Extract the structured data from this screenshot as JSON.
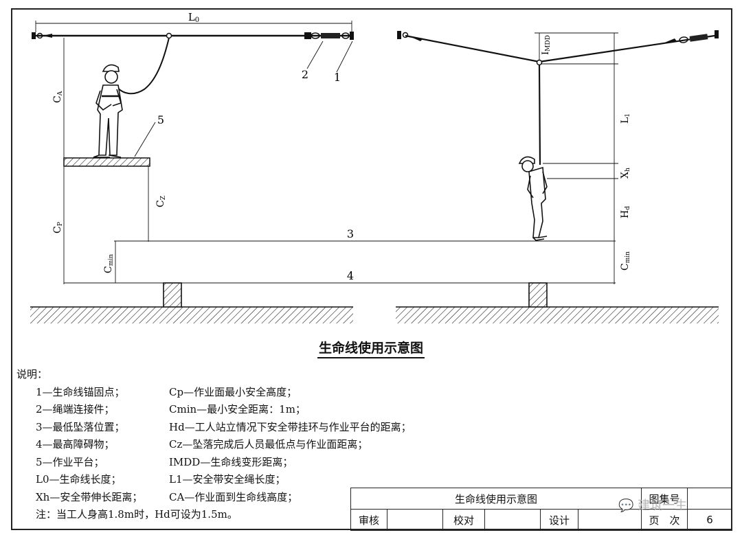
{
  "diagram": {
    "labels": {
      "L0": "L",
      "L0_sub": "0",
      "CA": "C",
      "CA_sub": "A",
      "CP": "C",
      "CP_sub": "P",
      "CZ": "C",
      "CZ_sub": "Z",
      "Cmin": "C",
      "Cmin_sub": "min",
      "IMDD": "I",
      "IMDD_sub": "MDD",
      "L1": "L",
      "L1_sub": "1",
      "Xh": "X",
      "Xh_sub": "h",
      "Hd": "H",
      "Hd_sub": "d",
      "n1": "1",
      "n2": "2",
      "n3": "3",
      "n4": "4",
      "n5": "5"
    }
  },
  "title": "生命线使用示意图",
  "notes": {
    "heading": "说明：",
    "rows": [
      {
        "left": "1—生命线锚固点；",
        "right": "Cp—作业面最小安全高度；"
      },
      {
        "left": "2—绳端连接件；",
        "right": "Cmin—最小安全距离：1m；"
      },
      {
        "left": "3—最低坠落位置；",
        "right": "Hd—工人站立情况下安全带挂环与作业平台的距离；"
      },
      {
        "left": "4—最高障碍物；",
        "right": "Cz—坠落完成后人员最低点与作业面距离；"
      },
      {
        "left": "5—作业平台；",
        "right": "IMDD—生命线变形距离；"
      },
      {
        "left": "L0—生命线长度；",
        "right": "L1—安全带安全绳长度；"
      },
      {
        "left": "Xh—安全带伸长距离；",
        "right": "CA—作业面到生命线高度；"
      }
    ],
    "footnote": "注：当工人身高1.8m时，Hd可设为1.5m。"
  },
  "title_block": {
    "drawing_name": "生命线使用示意图",
    "atlas_label": "图集号",
    "reviewer_label": "审核",
    "checker_label": "校对",
    "designer_label": "设计",
    "page_label": "页　次",
    "page_number": "6"
  },
  "watermark": "建筑一生"
}
